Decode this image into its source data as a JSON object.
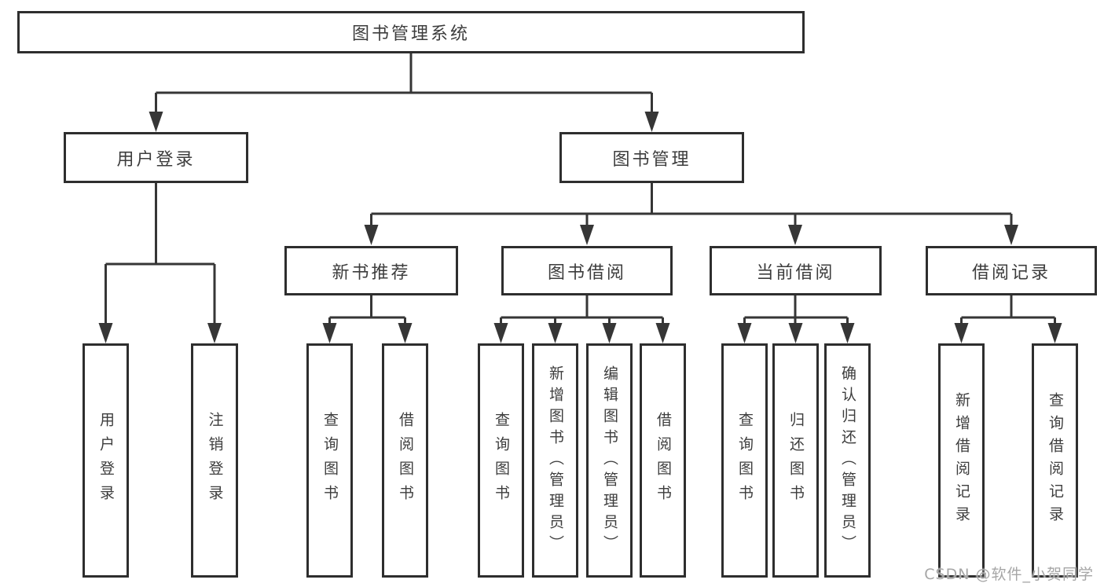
{
  "tree": {
    "root": {
      "label": "图书管理系统"
    },
    "children": [
      {
        "label": "用户登录",
        "children": [
          {
            "label": "用户登录"
          },
          {
            "label": "注销登录"
          }
        ]
      },
      {
        "label": "图书管理",
        "children": [
          {
            "label": "新书推荐",
            "children": [
              {
                "label": "查询图书"
              },
              {
                "label": "借阅图书"
              }
            ]
          },
          {
            "label": "图书借阅",
            "children": [
              {
                "label": "查询图书"
              },
              {
                "label": "新增图书（管理员）"
              },
              {
                "label": "编辑图书（管理员）"
              },
              {
                "label": "借阅图书"
              }
            ]
          },
          {
            "label": "当前借阅",
            "children": [
              {
                "label": "查询图书"
              },
              {
                "label": "归还图书"
              },
              {
                "label": "确认归还（管理员）"
              }
            ]
          },
          {
            "label": "借阅记录",
            "children": [
              {
                "label": "新增借阅记录"
              },
              {
                "label": "查询借阅记录"
              }
            ]
          }
        ]
      }
    ]
  },
  "watermark": {
    "text": "CSDN @软件_小贺同学"
  },
  "colors": {
    "line": "#363636",
    "box_border": "#2e2e2e",
    "text": "#3d3d3d",
    "watermark": "#a6a6a6",
    "background": "#ffffff"
  }
}
